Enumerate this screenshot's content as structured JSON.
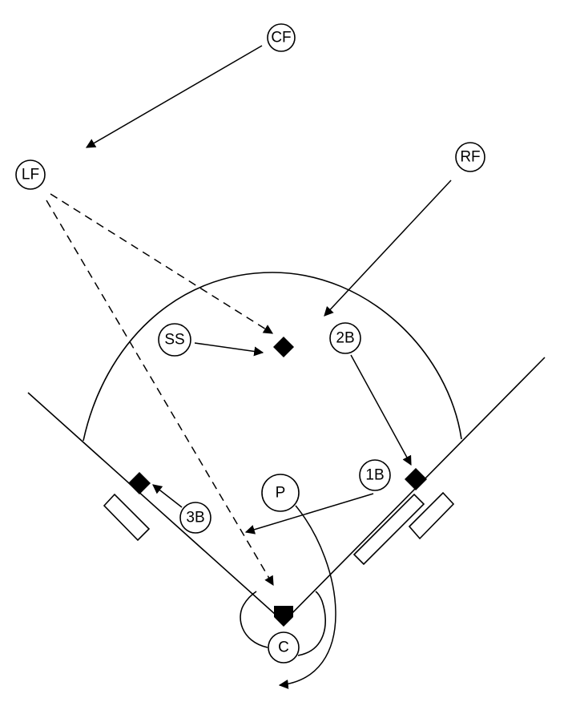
{
  "diagram": {
    "colors": {
      "stroke": "#000000",
      "fill": "#ffffff",
      "base": "#000000"
    },
    "players": {
      "cf": {
        "label": "CF"
      },
      "lf": {
        "label": "LF"
      },
      "rf": {
        "label": "RF"
      },
      "ss": {
        "label": "SS"
      },
      "second_base": {
        "label": "2B"
      },
      "first_base": {
        "label": "1B"
      },
      "third_base": {
        "label": "3B"
      },
      "pitcher": {
        "label": "P"
      },
      "catcher": {
        "label": "C"
      }
    }
  }
}
